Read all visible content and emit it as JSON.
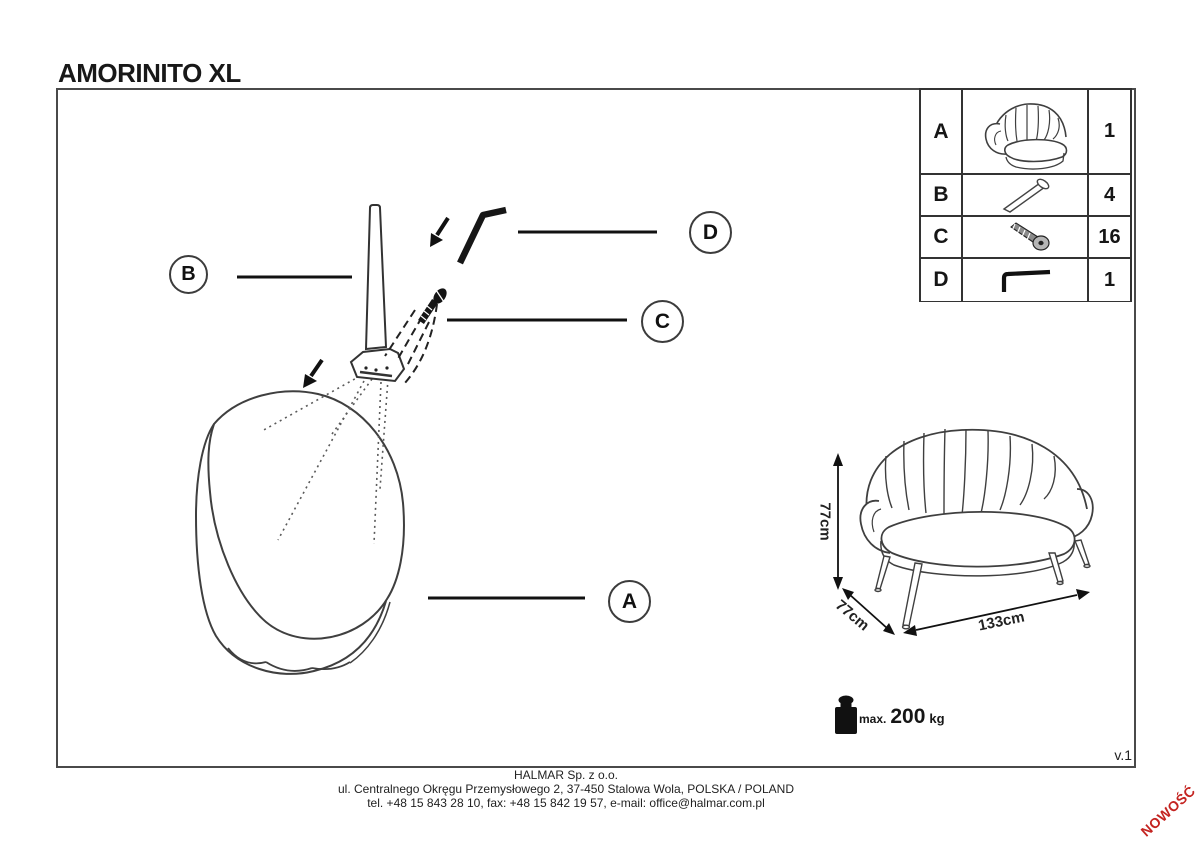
{
  "page": {
    "title": "AMORINITO XL",
    "version": "v.1",
    "new_badge": "NOWOŚĆ"
  },
  "colors": {
    "accent_red": "#c42421",
    "line": "#3a3a3a"
  },
  "parts_table": {
    "rows": [
      {
        "label": "A",
        "icon": "sofa-icon",
        "qty": "1"
      },
      {
        "label": "B",
        "icon": "leg-icon",
        "qty": "4"
      },
      {
        "label": "C",
        "icon": "screw-icon",
        "qty": "16"
      },
      {
        "label": "D",
        "icon": "allen-key-icon",
        "qty": "1"
      }
    ]
  },
  "assembly": {
    "label_a": "A",
    "label_b": "B",
    "label_c": "C",
    "label_d": "D"
  },
  "dimensions": {
    "height": "77cm",
    "depth": "77cm",
    "width": "133cm"
  },
  "weight_limit": {
    "prefix": "max.",
    "value": "200",
    "unit": "kg"
  },
  "footer": {
    "company": "HALMAR Sp. z o.o.",
    "address": "ul. Centralnego Okręgu Przemysłowego 2, 37-450 Stalowa Wola, POLSKA / POLAND",
    "contact": "tel. +48 15 843 28 10, fax: +48 15 842 19 57, e-mail: office@halmar.com.pl"
  }
}
